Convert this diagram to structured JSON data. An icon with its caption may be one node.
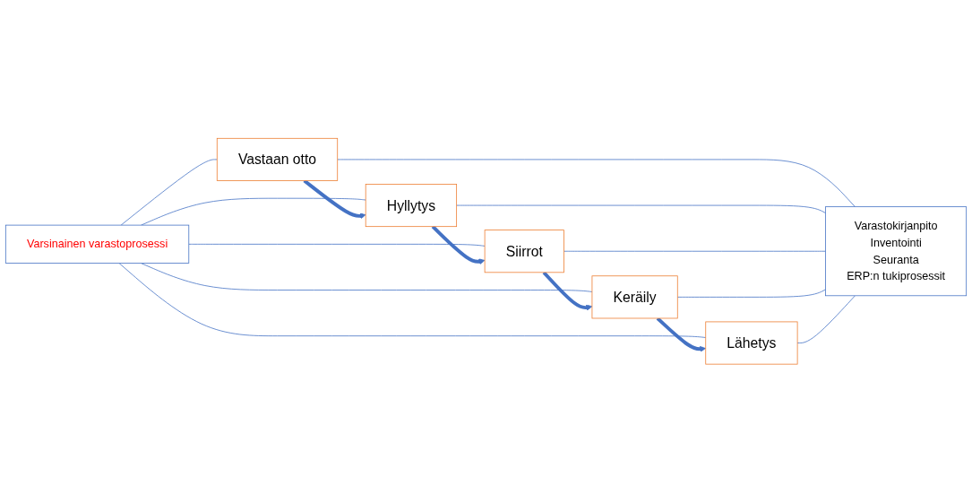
{
  "diagram": {
    "nodes": [
      {
        "text": [
          "Varsinainen varastoprosessi"
        ]
      },
      {
        "text": [
          "Vastaan otto"
        ]
      },
      {
        "text": [
          "Hyllytys"
        ]
      },
      {
        "text": [
          "Siirrot"
        ]
      },
      {
        "text": [
          "Keräily"
        ]
      },
      {
        "text": [
          "Lähetys"
        ]
      },
      {
        "text": [
          "Varastokirjanpito",
          "Inventointi",
          "Seuranta",
          "ERP:n tukiprosessit"
        ]
      }
    ],
    "edges": [
      {
        "from": 0,
        "to": 1,
        "arrow": "none"
      },
      {
        "from": 0,
        "to": 2,
        "arrow": "none"
      },
      {
        "from": 0,
        "to": 3,
        "arrow": "none"
      },
      {
        "from": 0,
        "to": 4,
        "arrow": "none"
      },
      {
        "from": 0,
        "to": 5,
        "arrow": "none"
      },
      {
        "from": 1,
        "to": 2,
        "arrow": "to",
        "style": "thick"
      },
      {
        "from": 2,
        "to": 3,
        "arrow": "to",
        "style": "thick"
      },
      {
        "from": 3,
        "to": 4,
        "arrow": "to",
        "style": "thick"
      },
      {
        "from": 4,
        "to": 5,
        "arrow": "to",
        "style": "thick"
      },
      {
        "from": 1,
        "to": 6,
        "arrow": "none"
      },
      {
        "from": 2,
        "to": 6,
        "arrow": "none"
      },
      {
        "from": 3,
        "to": 6,
        "arrow": "none"
      },
      {
        "from": 4,
        "to": 6,
        "arrow": "none"
      },
      {
        "from": 5,
        "to": 6,
        "arrow": "none"
      }
    ]
  }
}
